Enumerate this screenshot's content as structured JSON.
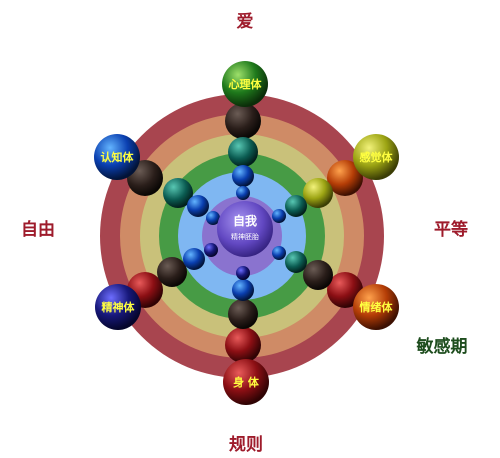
{
  "outer_labels": {
    "top": "爱",
    "left": "自由",
    "right": "平等",
    "bottom": "规则",
    "bottom_right": "敏感期"
  },
  "center": {
    "title": "自我",
    "subtitle": "精神胚胎"
  },
  "nodes": {
    "top": "心理体",
    "top_right": "感觉体",
    "bottom_right": "情绪体",
    "bottom": "身 体",
    "bottom_left": "精神体",
    "top_left": "认知体"
  },
  "colors": {
    "outer_label": "#9e1b2b",
    "sensitive_label": "#1e4d1e",
    "node_text": "#ffff40",
    "ring_red": "#a8454f",
    "ring_orange": "#cf8b66",
    "ring_yellow": "#c9c17a",
    "ring_green": "#479b45",
    "ring_blue": "#7fb7f2",
    "ring_purple": "#8a73cf"
  }
}
